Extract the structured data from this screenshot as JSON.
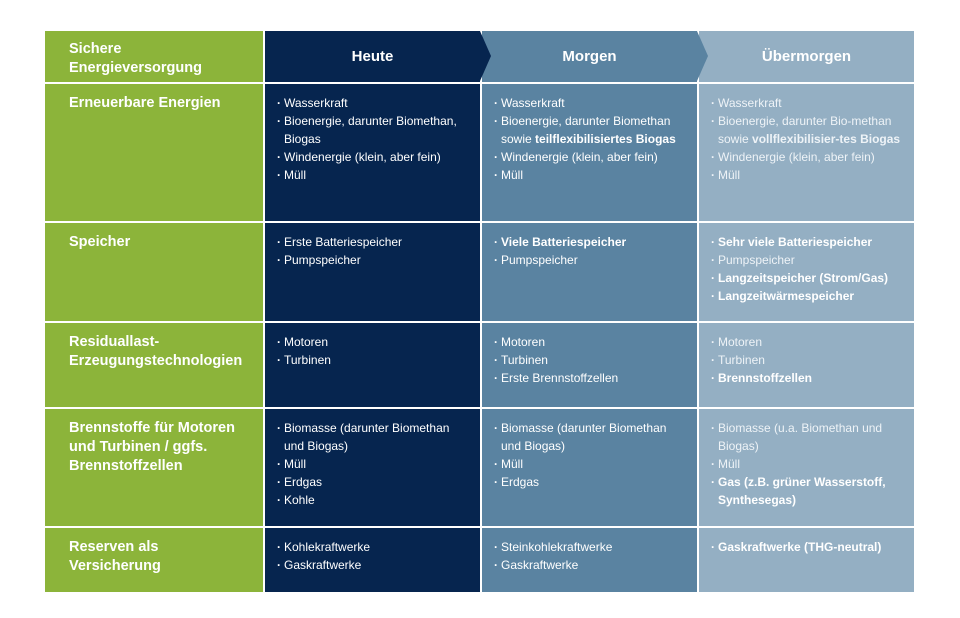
{
  "header": {
    "corner_label": "Sichere Energieversorgung",
    "columns": [
      "Heute",
      "Morgen",
      "Übermorgen"
    ]
  },
  "colors": {
    "row_label": "#8cb43a",
    "heute": "#06254f",
    "morgen": "#5a83a1",
    "uebermorgen": "#94afc3"
  },
  "rows": [
    {
      "label": "Erneuerbare Energien",
      "heute": [
        {
          "text": "Wasserkraft",
          "bold": false
        },
        {
          "text": "Bioenergie, darunter Biomethan, Biogas",
          "bold": false
        },
        {
          "text": "Windenergie (klein, aber fein)",
          "bold": false
        },
        {
          "text": "Müll",
          "bold": false
        }
      ],
      "morgen": [
        {
          "text": "Wasserkraft",
          "bold": false
        },
        {
          "text": "Bioenergie, darunter Biomethan sowie",
          "bold": false,
          "suffix": "teilflexibilisiertes Biogas"
        },
        {
          "text": "Windenergie (klein, aber fein)",
          "bold": false
        },
        {
          "text": "Müll",
          "bold": false
        }
      ],
      "uebermorgen": [
        {
          "text": "Wasserkraft",
          "bold": false
        },
        {
          "text": "Bioenergie, darunter Bio-methan sowie",
          "bold": false,
          "suffix": "vollflexibilisier-tes Biogas"
        },
        {
          "text": "Windenergie (klein, aber fein)",
          "bold": false
        },
        {
          "text": "Müll",
          "bold": false
        }
      ]
    },
    {
      "label": "Speicher",
      "heute": [
        {
          "text": "Erste Batteriespeicher",
          "bold": false
        },
        {
          "text": "Pumpspeicher",
          "bold": false
        }
      ],
      "morgen": [
        {
          "text": "Viele Batteriespeicher",
          "bold": true
        },
        {
          "text": "Pumpspeicher",
          "bold": false
        }
      ],
      "uebermorgen": [
        {
          "text": "Sehr viele Batteriespeicher",
          "bold": true
        },
        {
          "text": "Pumpspeicher",
          "bold": false
        },
        {
          "text": "Langzeitspeicher (Strom/Gas)",
          "bold": true
        },
        {
          "text": "Langzeitwärmespeicher",
          "bold": true
        }
      ]
    },
    {
      "label": "Residuallast-Erzeugungstechnologien",
      "heute": [
        {
          "text": "Motoren",
          "bold": false
        },
        {
          "text": "Turbinen",
          "bold": false
        }
      ],
      "morgen": [
        {
          "text": "Motoren",
          "bold": false
        },
        {
          "text": "Turbinen",
          "bold": false
        },
        {
          "text": "Erste Brennstoffzellen",
          "bold": false
        }
      ],
      "uebermorgen": [
        {
          "text": "Motoren",
          "bold": false
        },
        {
          "text": "Turbinen",
          "bold": false
        },
        {
          "text": "Brennstoffzellen",
          "bold": true
        }
      ]
    },
    {
      "label": "Brennstoffe für Motoren und Turbinen / ggfs. Brennstoffzellen",
      "heute": [
        {
          "text": "Biomasse (darunter Biomethan und Biogas)",
          "bold": false
        },
        {
          "text": "Müll",
          "bold": false
        },
        {
          "text": "Erdgas",
          "bold": false
        },
        {
          "text": "Kohle",
          "bold": false
        }
      ],
      "morgen": [
        {
          "text": "Biomasse (darunter Biomethan und Biogas)",
          "bold": false
        },
        {
          "text": "Müll",
          "bold": false
        },
        {
          "text": "Erdgas",
          "bold": false
        }
      ],
      "uebermorgen": [
        {
          "text": "Biomasse (u.a. Biomethan und Biogas)",
          "bold": false
        },
        {
          "text": "Müll",
          "bold": false
        },
        {
          "text": "Gas (z.B. grüner Wasserstoff, Synthesegas)",
          "bold": true
        }
      ]
    },
    {
      "label": "Reserven als Versicherung",
      "heute": [
        {
          "text": "Kohlekraftwerke",
          "bold": false
        },
        {
          "text": "Gaskraftwerke",
          "bold": false
        }
      ],
      "morgen": [
        {
          "text": "Steinkohlekraftwerke",
          "bold": false
        },
        {
          "text": "Gaskraftwerke",
          "bold": false
        }
      ],
      "uebermorgen": [
        {
          "text": "Gaskraftwerke (THG-neutral)",
          "bold": true
        }
      ]
    }
  ]
}
